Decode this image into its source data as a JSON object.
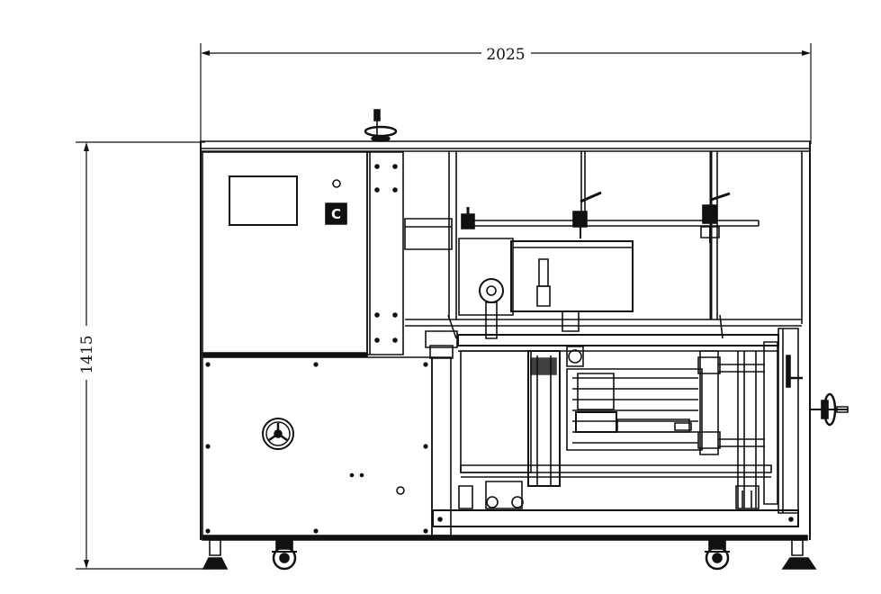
{
  "dimensions": {
    "width_label": "2025",
    "height_label": "1415"
  },
  "panel": {
    "badge_letter": "C"
  },
  "colors": {
    "line": "#111111",
    "background": "#ffffff"
  }
}
